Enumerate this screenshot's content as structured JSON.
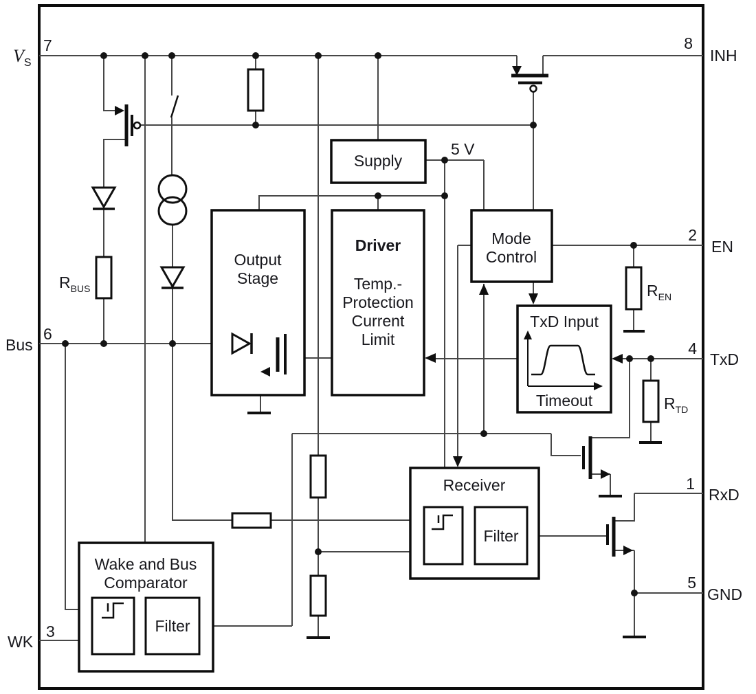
{
  "diagram": {
    "pins": {
      "vs": {
        "number": "7",
        "name": "V",
        "name_sub": "S"
      },
      "inh": {
        "number": "8",
        "name": "INH"
      },
      "en": {
        "number": "2",
        "name": "EN"
      },
      "txd": {
        "number": "4",
        "name": "TxD"
      },
      "rxd": {
        "number": "1",
        "name": "RxD"
      },
      "gnd": {
        "number": "5",
        "name": "GND"
      },
      "bus": {
        "number": "6",
        "name": "Bus"
      },
      "wk": {
        "number": "3",
        "name": "WK"
      }
    },
    "blocks": {
      "supply": {
        "title": "Supply"
      },
      "output_stage": {
        "line1": "Output",
        "line2": "Stage"
      },
      "driver": {
        "title": "Driver",
        "line1": "Temp.-",
        "line2": "Protection",
        "line3": "Current",
        "line4": "Limit"
      },
      "mode_control": {
        "line1": "Mode",
        "line2": "Control"
      },
      "txd_input": {
        "title": "TxD Input",
        "caption": "Timeout"
      },
      "receiver": {
        "title": "Receiver",
        "filter": "Filter"
      },
      "wake_comparator": {
        "line1": "Wake and Bus",
        "line2": "Comparator",
        "filter": "Filter"
      }
    },
    "labels": {
      "supply_rail": "5 V",
      "r_bus": {
        "main": "R",
        "sub": "BUS"
      },
      "r_en": {
        "main": "R",
        "sub": "EN"
      },
      "r_td": {
        "main": "R",
        "sub": "TD"
      }
    },
    "colors": {
      "background": "#ffffff",
      "wire": "#474747",
      "symbol": "#0f0f0f",
      "text": "#17171c"
    }
  }
}
